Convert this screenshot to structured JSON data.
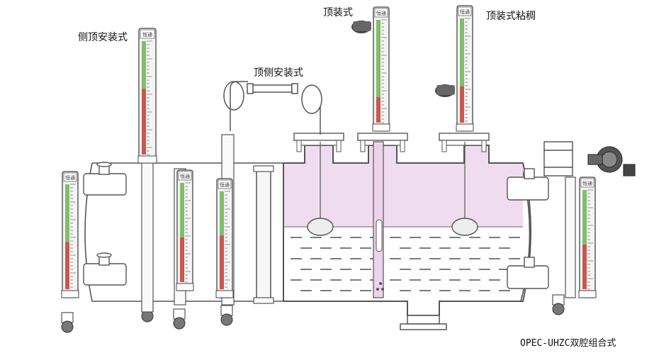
{
  "labels": {
    "side_top_mount": "侧顶安装式",
    "top_side_mount": "顶侧安装式",
    "top_mount": "顶装式",
    "top_mount_viscous": "顶装式粘稠",
    "model": "OPEC-UHZC双腔组合式"
  },
  "gauge_brand": "恒通",
  "colors": {
    "stroke": "#555555",
    "vapor": "#f0dcef",
    "liquid_line": "#444444",
    "scale_green": "#7fbf6a",
    "scale_red": "#c9574f",
    "scale_bg": "#f4f4f4",
    "tube_fill": "#f7f7f7",
    "float_fill": "#eeeeee",
    "rod_fill": "#ecd3ea"
  }
}
